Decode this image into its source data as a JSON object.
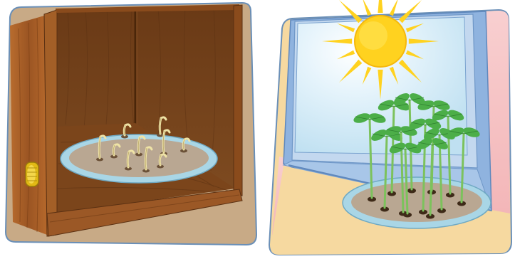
{
  "scene": {
    "panels": [
      {
        "id": "dark-cupboard",
        "description_label": "",
        "seedling_count": 9,
        "colors": {
          "floor": "#c6a884",
          "wood_light": "#a8622a",
          "wood_dark": "#5c3314",
          "dish": "#a9d6e6",
          "soil": "#b9a792",
          "sprout": "#efe3a6",
          "knob": "#e8c21d"
        }
      },
      {
        "id": "sunny-window",
        "description_label": "",
        "seedling_count": 12,
        "colors": {
          "sky": "#d9eef8",
          "sun": "#ffd21f",
          "wall_pink": "#f7c3c4",
          "frame_blue": "#8fb3df",
          "sill": "#f6d9a0",
          "dish": "#a9d6e6",
          "soil": "#b9a792",
          "leaf": "#4cae48",
          "stem": "#7cc25c"
        }
      }
    ]
  }
}
